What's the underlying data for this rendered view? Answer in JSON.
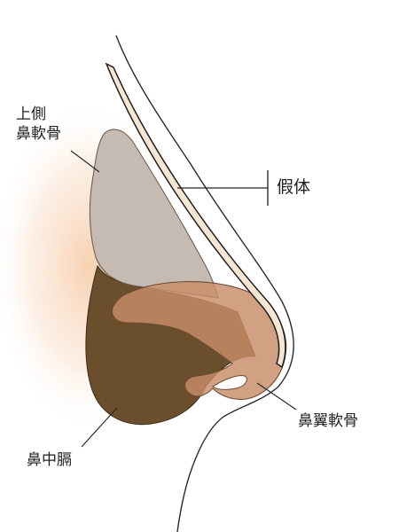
{
  "labels": {
    "upper_lateral_line1": "上側",
    "upper_lateral_line2": "鼻軟骨",
    "implant": "假体",
    "alar_cartilage": "鼻翼軟骨",
    "septum": "鼻中膈"
  },
  "colors": {
    "skin_glow": "#f6c9a4",
    "implant_fill": "#f8e6d4",
    "implant_stroke": "#1e1e1e",
    "upper_lateral_fill": "#c6bbb2",
    "septum_fill": "#6b4f2c",
    "alar_fill": "#c88c68",
    "outline": "#2a2a2a",
    "leader": "#2a2a2a"
  }
}
